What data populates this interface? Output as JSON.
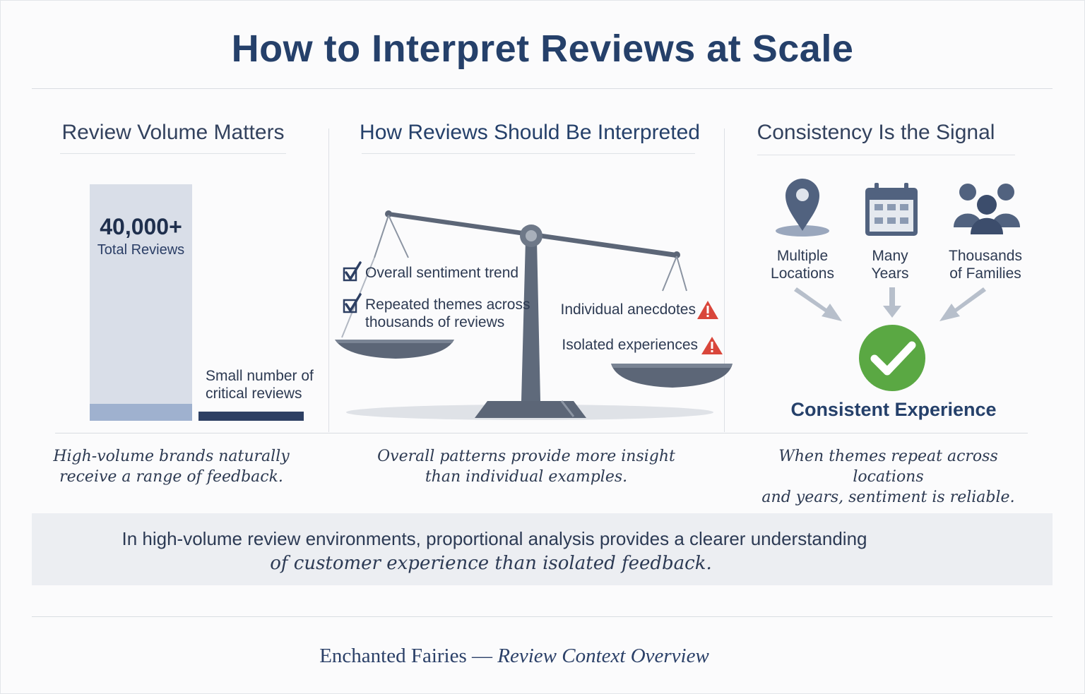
{
  "title": "How to Interpret Reviews at Scale",
  "columns": {
    "volume": {
      "heading": "Review Volume Matters",
      "total_value": "40,000+",
      "total_label": "Total Reviews",
      "critical_label_line1": "Small number of",
      "critical_label_line2": "critical reviews",
      "caption_line1": "High-volume brands naturally",
      "caption_line2": "receive a range of feedback."
    },
    "interpret": {
      "heading": "How Reviews Should Be Interpreted",
      "left_items": [
        {
          "line1": "Overall sentiment trend",
          "line2": ""
        },
        {
          "line1": "Repeated themes across",
          "line2": "thousands of reviews"
        }
      ],
      "right_items": [
        "Individual anecdotes",
        "Isolated experiences"
      ],
      "caption_line1": "Overall patterns provide more insight",
      "caption_line2": "than individual examples."
    },
    "consistency": {
      "heading": "Consistency Is the Signal",
      "icons": [
        {
          "icon": "location-pin-icon",
          "line1": "Multiple",
          "line2": "Locations"
        },
        {
          "icon": "calendar-icon",
          "line1": "Many",
          "line2": "Years"
        },
        {
          "icon": "people-group-icon",
          "line1": "Thousands",
          "line2": "of Families"
        }
      ],
      "result_label": "Consistent Experience",
      "caption_line1": "When themes repeat across locations",
      "caption_line2": "and years, sentiment is reliable."
    }
  },
  "summary": {
    "line1": "In high-volume review environments, proportional analysis provides a clearer understanding",
    "line2": "of customer experience than isolated feedback."
  },
  "footer": {
    "brand": "Enchanted Fairies",
    "separator": "—",
    "subtitle": "Review Context Overview"
  },
  "colors": {
    "title": "#25406a",
    "navy": "#2d3f63",
    "light_bar": "#d9dee8",
    "light_bar_base": "#9fb1cf",
    "scale_gray": "#5c6677",
    "check_green": "#5aa843",
    "warning_red": "#d9463b",
    "icon_slate": "#51627f"
  }
}
